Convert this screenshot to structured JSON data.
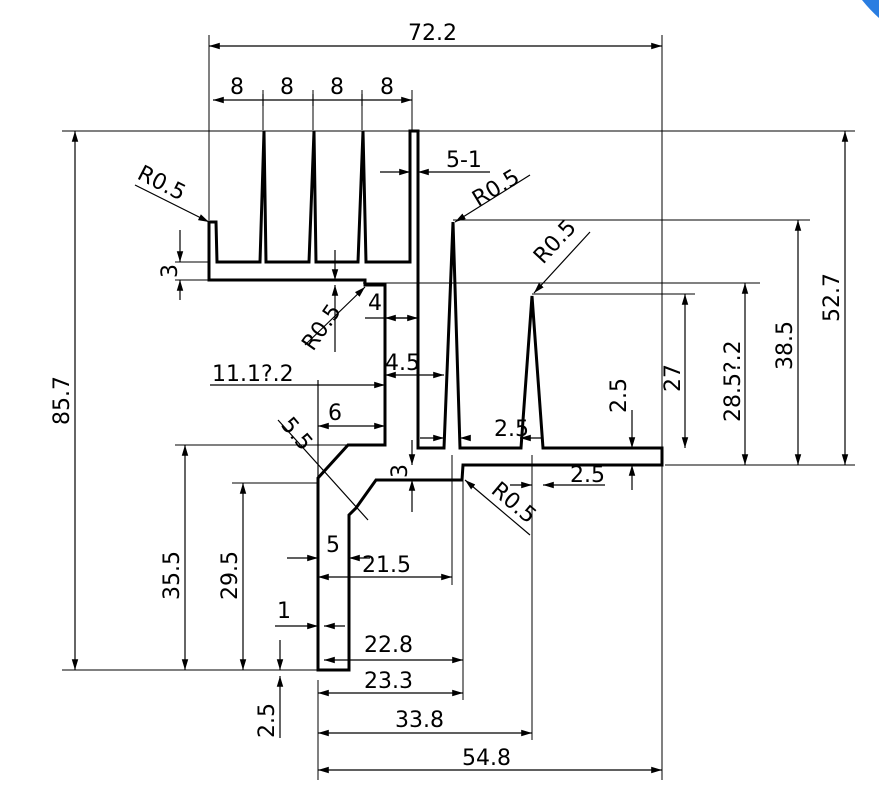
{
  "drawing": {
    "labels": {
      "overall_width": "72.2",
      "fin_pitch_1": "8",
      "fin_pitch_2": "8",
      "fin_pitch_3": "8",
      "fin_pitch_4": "8",
      "overall_height": "85.7",
      "right_height": "52.7",
      "radius_left": "R0.5",
      "gap_5_1": "5-1",
      "radius_tall_fin": "R0.5",
      "radius_short_fin": "R0.5",
      "base_thickness": "3",
      "step_4": "4",
      "radius_inner": "R0.5",
      "dim_11_1": "11.1?.2",
      "dim_4_5": "4.5",
      "dim_6": "6",
      "dim_5_5": "5.5",
      "dim_38_5": "38.5",
      "dim_28_5": "28.5?.2",
      "dim_27": "27",
      "dim_2_5_right": "2.5",
      "dim_2_5_inner": "2.5",
      "dim_2_5_bottom": "2.5",
      "dim_3_mid": "3",
      "radius_bottom": "R0.5",
      "dim_35_5": "35.5",
      "dim_29_5": "29.5",
      "dim_5": "5",
      "dim_21_5": "21.5",
      "dim_1": "1",
      "dim_22_8": "22.8",
      "dim_23_3": "23.3",
      "dim_2_5_left": "2.5",
      "dim_33_8": "33.8",
      "dim_54_8": "54.8"
    }
  }
}
